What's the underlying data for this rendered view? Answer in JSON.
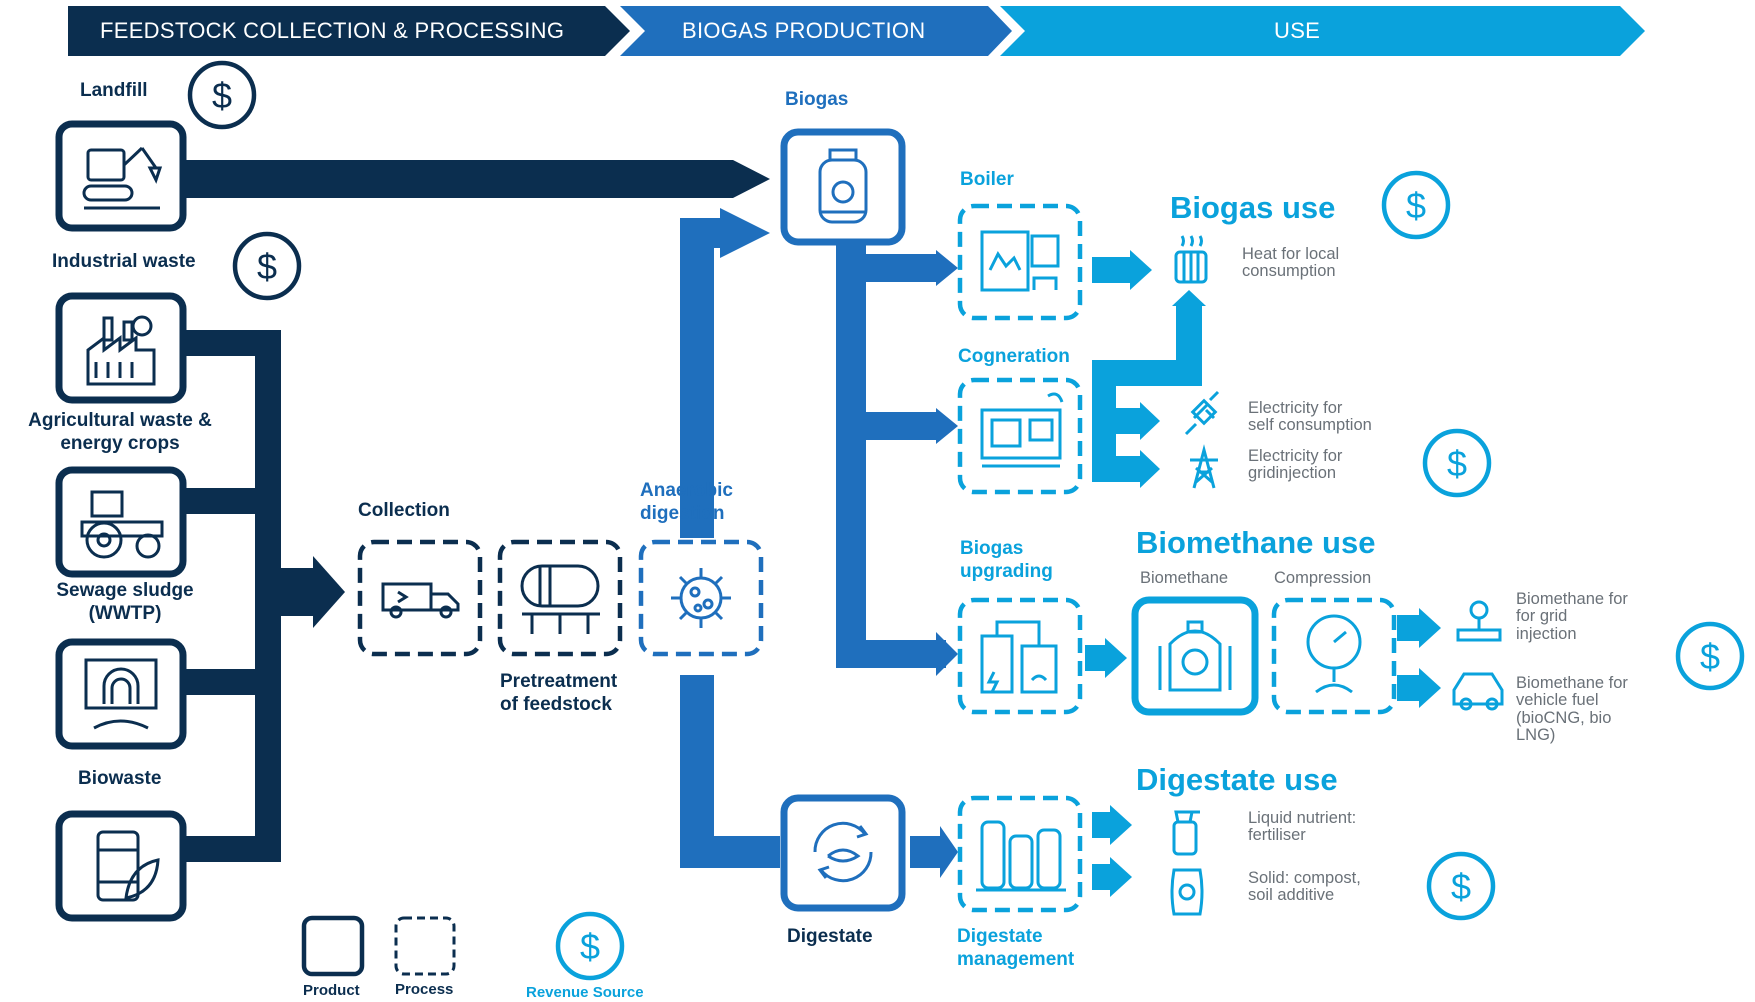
{
  "banner": {
    "stage1": "FEEDSTOCK COLLECTION & PROCESSING",
    "stage2": "BIOGAS PRODUCTION",
    "stage3": "USE"
  },
  "feedstock": {
    "landfill": "Landfill",
    "industrial": "Industrial waste",
    "agricultural_line1": "Agricultural waste &",
    "agricultural_line2": "energy crops",
    "sewage_line1": "Sewage sludge",
    "sewage_line2": "(WWTP)",
    "biowaste": "Biowaste"
  },
  "process": {
    "collection": "Collection",
    "pretreatment_line1": "Pretreatment",
    "pretreatment_line2": "of feedstock",
    "digestion_line1": "Anaerobic",
    "digestion_line2": "digestion"
  },
  "products": {
    "biogas": "Biogas",
    "digestate": "Digestate"
  },
  "biogas_use": {
    "title": "Biogas use",
    "boiler": "Boiler",
    "cogeneration": "Cogneration",
    "heat_line1": "Heat for local",
    "heat_line2": "consumption",
    "elec_self_line1": "Electricity for",
    "elec_self_line2": "self consumption",
    "elec_grid_line1": "Electricity for",
    "elec_grid_line2": "gridinjection"
  },
  "biomethane_use": {
    "title": "Biomethane use",
    "upgrading_line1": "Biogas",
    "upgrading_line2": "upgrading",
    "biomethane": "Biomethane",
    "compression": "Compression",
    "grid_line1": "Biomethane for",
    "grid_line2": "for grid",
    "grid_line3": "injection",
    "fuel_line1": "Biomethane for",
    "fuel_line2": "vehicle fuel",
    "fuel_line3": "(bioCNG, bio",
    "fuel_line4": "LNG)"
  },
  "digestate_use": {
    "title": "Digestate use",
    "management_line1": "Digestate",
    "management_line2": "management",
    "liquid_line1": "Liquid nutrient:",
    "liquid_line2": "fertiliser",
    "solid_line1": "Solid: compost,",
    "solid_line2": "soil additive"
  },
  "legend": {
    "product": "Product",
    "process": "Process",
    "revenue": "Revenue Source"
  },
  "colors": {
    "navy": "#0b2e4f",
    "mid_blue": "#1f6fbd",
    "cyan": "#0aa2dc",
    "gray_text": "#6a7178"
  },
  "revenue_symbol": "$"
}
